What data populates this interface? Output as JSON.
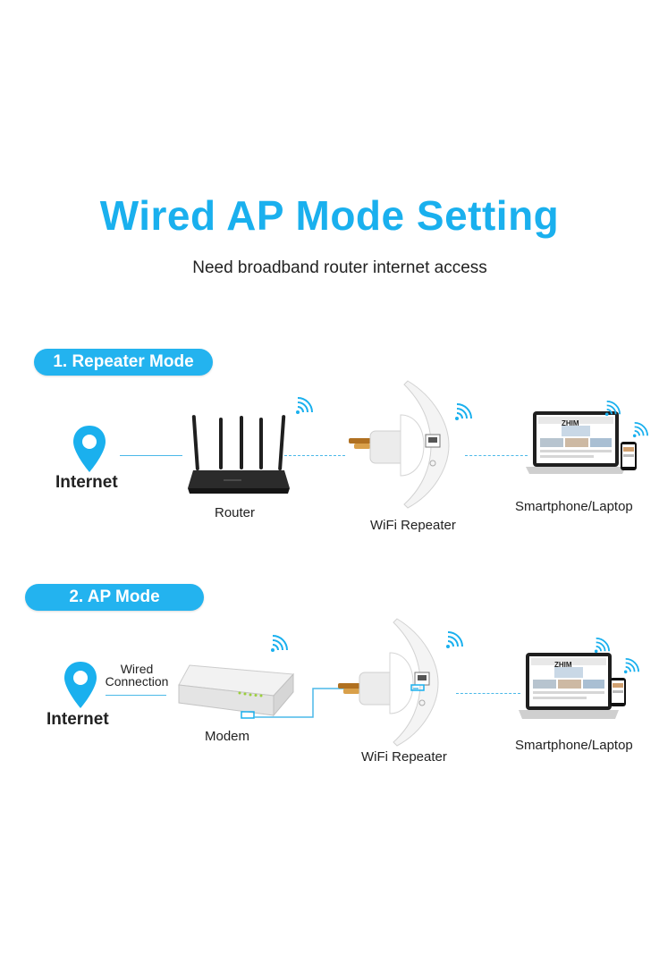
{
  "header": {
    "title": "Wired AP Mode Setting",
    "subtitle": "Need broadband router internet access"
  },
  "sections": [
    {
      "pill": "1. Repeater Mode",
      "labels": {
        "internet": "Internet",
        "router": "Router",
        "repeater": "WiFi Repeater",
        "devices": "Smartphone/Laptop"
      }
    },
    {
      "pill": "2. AP Mode",
      "labels": {
        "internet": "Internet",
        "wired_line1": "Wired",
        "wired_line2": "Connection",
        "modem": "Modem",
        "repeater": "WiFi Repeater",
        "devices": "Smartphone/Laptop"
      }
    }
  ],
  "screen_text": "ZHIM",
  "colors": {
    "accent": "#1ab0ee",
    "pill": "#23b3ef",
    "line": "#4bb9e8",
    "router": "#1f1f1f"
  }
}
